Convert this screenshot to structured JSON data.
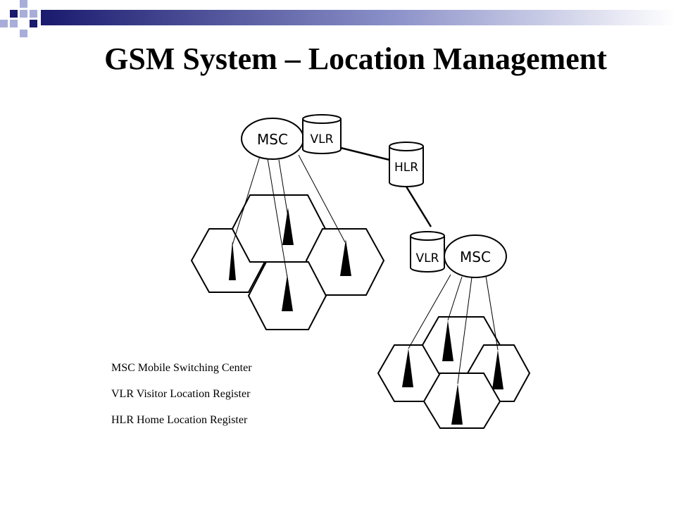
{
  "slide": {
    "title": "GSM System – Location Management"
  },
  "colors": {
    "accent_dark": "#1a1a6e",
    "accent_light": "#a8aed9",
    "line": "#000000"
  },
  "diagram": {
    "msc_top_label": "MSC",
    "vlr_top_label": "VLR",
    "hlr_label": "HLR",
    "vlr_bottom_label": "VLR",
    "msc_bottom_label": "MSC"
  },
  "legend": [
    {
      "term": "MSC",
      "definition": "Mobile Switching Center"
    },
    {
      "term": "VLR",
      "definition": "Visitor Location Register"
    },
    {
      "term": "HLR",
      "definition": "Home Location Register"
    }
  ]
}
